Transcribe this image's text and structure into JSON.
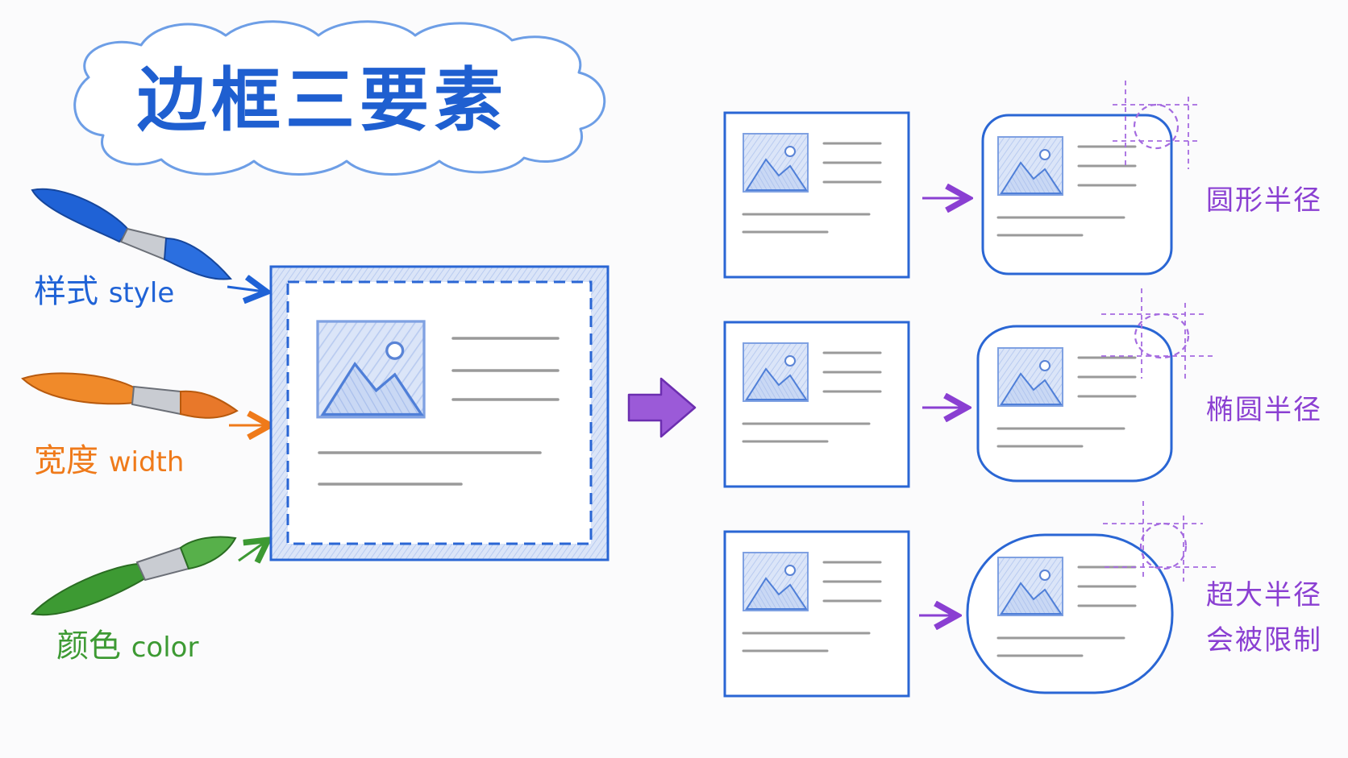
{
  "title": "边框三要素",
  "labels": {
    "style": {
      "zh": "样式",
      "en": "style"
    },
    "width": {
      "zh": "宽度",
      "en": "width"
    },
    "color": {
      "zh": "颜色",
      "en": "color"
    }
  },
  "results": {
    "circular": "圆形半径",
    "elliptical": "椭圆半径",
    "oversized_line1": "超大半径",
    "oversized_line2": "会被限制"
  },
  "colors": {
    "blue": "#1f62d6",
    "orange": "#ef7a1a",
    "green": "#3d9a33",
    "purple": "#8a3fd2",
    "light_blue": "#cfdcf6",
    "gray_line": "#9a9a9a"
  }
}
